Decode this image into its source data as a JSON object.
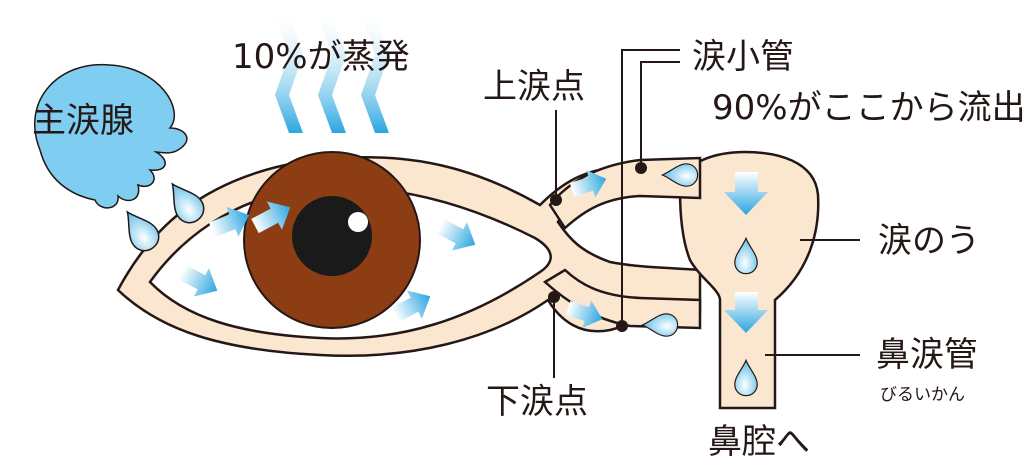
{
  "labels": {
    "main_gland": "主涙腺",
    "evaporation": "10%が蒸発",
    "upper_punctum": "上涙点",
    "lower_punctum": "下涙点",
    "canaliculus": "涙小管",
    "outflow": "90%がここから流出",
    "sac": "涙のう",
    "duct": "鼻涙管",
    "duct_reading": "びるいかん",
    "nasal": "鼻腔へ"
  },
  "colors": {
    "gland": "#7fcdf0",
    "tissue": "#fbe6d0",
    "outline": "#231815",
    "iris": "#8c3d14",
    "pupil": "#1a1a1a",
    "tear": "#2aa6e0"
  }
}
